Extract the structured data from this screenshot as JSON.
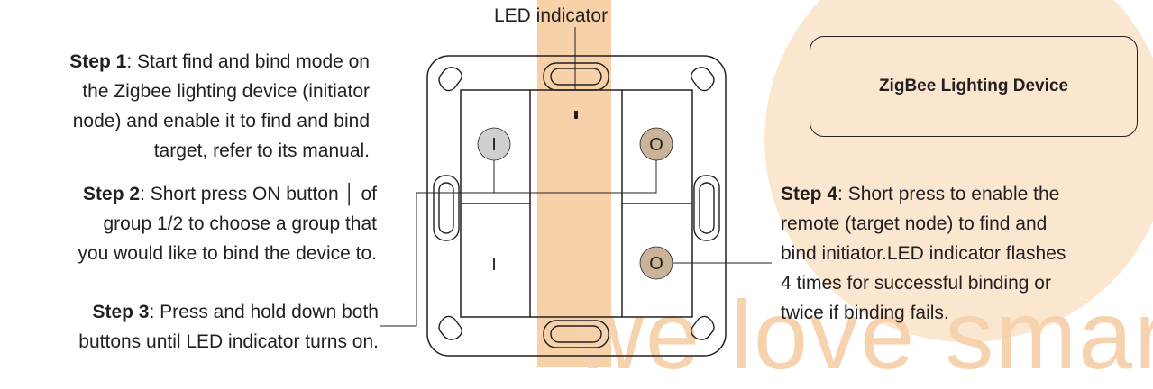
{
  "watermark": {
    "text": "we love smart"
  },
  "led_indicator": {
    "label": "LED indicator"
  },
  "steps": [
    {
      "head": "Step 1",
      "text": ": Start find and bind mode on",
      "lines": [
        "the Zigbee lighting device (initiator",
        "node) and enable it to find and bind",
        "target, refer to its manual."
      ]
    },
    {
      "head": "Step 2",
      "text": ": Short press ON button",
      "symbol": "│",
      "tail": " of",
      "lines": [
        "group 1/2 to choose a group that",
        "you would like to bind the device to."
      ]
    },
    {
      "head": "Step 3",
      "text": ": Press and hold down both",
      "lines": [
        "buttons until LED indicator turns on."
      ]
    },
    {
      "head": "Step 4",
      "text": ": Short press to enable the",
      "lines": [
        "remote (target node) to find and",
        "bind initiator.LED indicator flashes",
        "4 times for successful binding or",
        "twice if binding fails."
      ]
    }
  ],
  "zigbee_device": {
    "label": "ZigBee Lighting Device"
  },
  "buttons": {
    "on_symbol": "I",
    "off_symbol": "O"
  },
  "colors": {
    "watermark_orange": "#f7d1a8",
    "highlight_gray": "#cfcfcf",
    "highlight_tan": "#cbb39a"
  }
}
